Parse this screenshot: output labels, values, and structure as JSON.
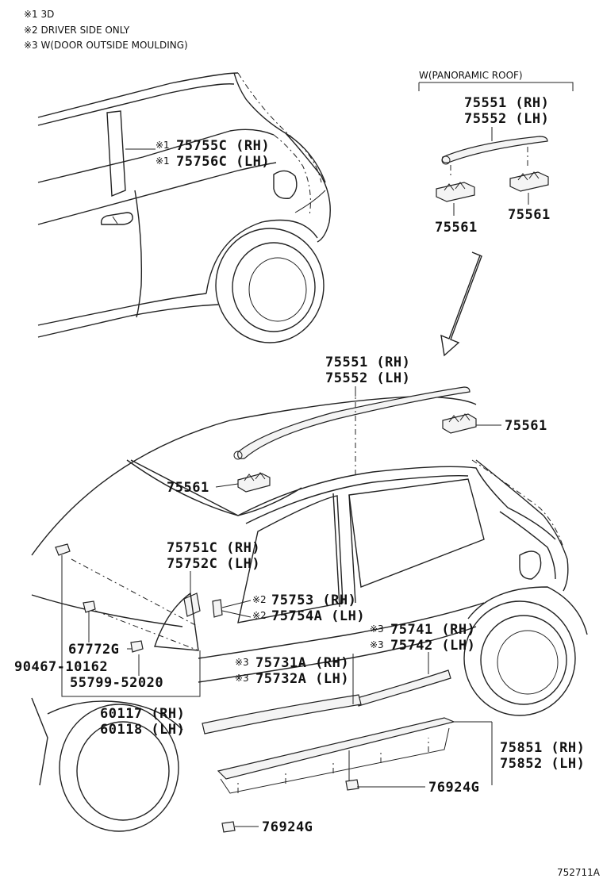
{
  "notes": [
    "※1 3D",
    "※2 DRIVER SIDE ONLY",
    "※3 W(DOOR OUTSIDE MOULDING)"
  ],
  "panoramic_roof_label": "W(PANORAMIC ROOF)",
  "top_view": {
    "pillar_moulding": {
      "mark": "※1",
      "rh": "75755C (RH)",
      "lh": "75756C (LH)"
    }
  },
  "roof_inset": {
    "rail_rh": "75551 (RH)",
    "rail_lh": "75552 (LH)",
    "clip_a": "75561",
    "clip_b": "75561"
  },
  "main_view": {
    "roof_rail_rh": "75551 (RH)",
    "roof_rail_lh": "75552 (LH)",
    "roof_clip_rear": "75561",
    "roof_clip_front": "75561",
    "pillar_rh": "75751C (RH)",
    "pillar_lh": "75752C (LH)",
    "emblem_mark": "※2",
    "emblem_rh": "75753 (RH)",
    "emblem_lh": "75754A (LH)",
    "rear_door_mark": "※3",
    "rear_door_rh": "75741 (RH)",
    "rear_door_lh": "75742 (LH)",
    "front_door_mark": "※3",
    "front_door_rh": "75731A (RH)",
    "front_door_lh": "75732A (LH)",
    "clip_67772": "67772G",
    "screw_90467": "90467-10162",
    "cover_55799": "55799-52020",
    "mudguard_rh": "60117 (RH)",
    "mudguard_lh": "60118 (LH)",
    "rocker_rh": "75851 (RH)",
    "rocker_lh": "75852 (LH)",
    "clip_76924_a": "76924G",
    "clip_76924_b": "76924G"
  },
  "figure_id": "752711A"
}
